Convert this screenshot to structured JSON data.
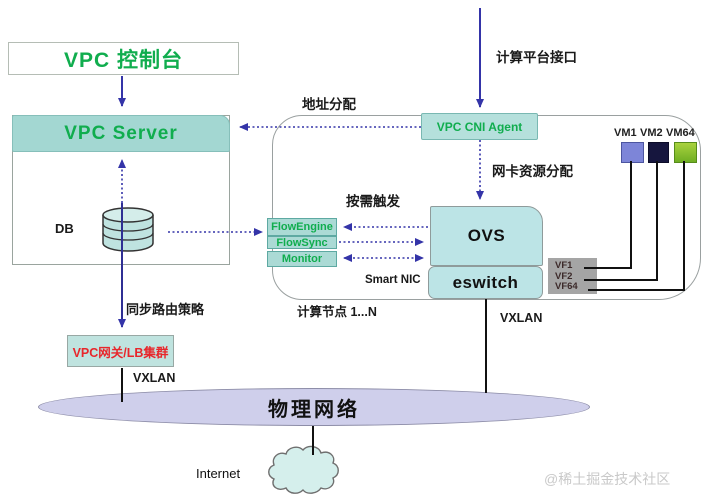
{
  "console": {
    "title": "VPC 控制台"
  },
  "server": {
    "title": "VPC Server",
    "db_label": "DB"
  },
  "gateway": {
    "title": "VPC网关/LB集群"
  },
  "cni_agent": {
    "title": "VPC CNI Agent"
  },
  "smartnic": {
    "flow_engine": "FlowEngine",
    "flow_sync": "FlowSync",
    "monitor": "Monitor",
    "ovs": "OVS",
    "eswitch": "eswitch",
    "smart_nic_label": "Smart NIC"
  },
  "labels": {
    "address_alloc": "地址分配",
    "compute_api": "计算平台接口",
    "nic_alloc": "网卡资源分配",
    "on_demand": "按需触发",
    "sync_route": "同步路由策略",
    "vxlan_left": "VXLAN",
    "vxlan_right": "VXLAN",
    "compute_node": "计算节点 1...N",
    "internet": "Internet",
    "watermark": "@稀土掘金技术社区"
  },
  "physical_network": {
    "title": "物理网络"
  },
  "vms": [
    "VM1",
    "VM2",
    "VM64"
  ],
  "vfs": [
    "VF1",
    "VF2",
    "VF64"
  ],
  "colors": {
    "accent_green": "#10ad4e",
    "arrow_indigo": "#3434a8",
    "alert_red": "#e8262b",
    "teal_fill": "#abdad5",
    "teal_fill_light": "#bce4e6",
    "ellipse_fill": "#cfcfeb",
    "vm1": "#7d85d8",
    "vm2": "#16163e",
    "vm64": "#79b42c",
    "vf_gray": "#a5a5a5"
  }
}
